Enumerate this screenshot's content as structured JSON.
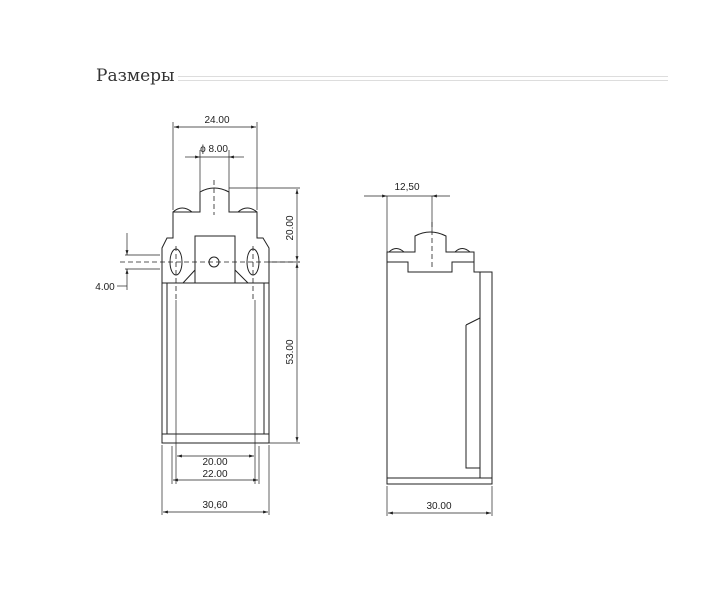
{
  "section": {
    "title": "Размеры"
  },
  "front_view": {
    "dims": {
      "overall_width_top": "24.00",
      "plunger_diameter": "ϕ 8.00",
      "plunger_height": "20.00",
      "body_height": "53.00",
      "hole_offset": "4.00",
      "inner_width": "20.00",
      "mount_width": "22.00",
      "total_width": "30,60"
    }
  },
  "side_view": {
    "dims": {
      "plunger_offset": "12,50",
      "depth": "30.00"
    }
  }
}
